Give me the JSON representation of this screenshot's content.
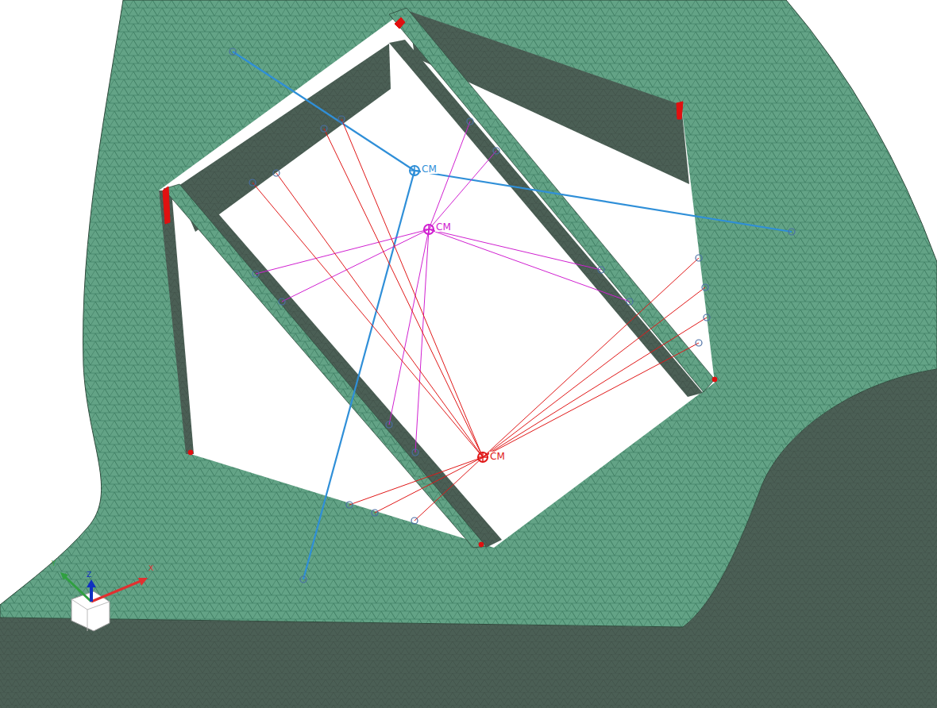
{
  "diagram": {
    "labels": [
      "CM",
      "CM",
      "CM",
      "Y",
      "Z",
      "X"
    ]
  }
}
